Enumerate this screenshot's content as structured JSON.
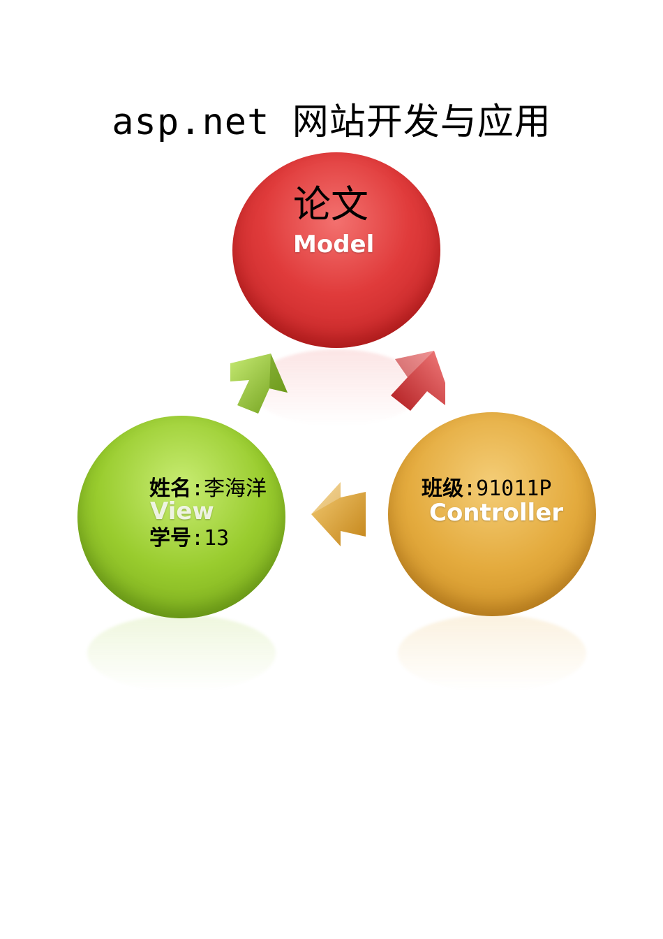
{
  "title": {
    "prefix": "asp.net",
    "main": "网站开发与应用"
  },
  "model": {
    "cn_label": "论文",
    "en_label": "Model",
    "color": "#e03b3b"
  },
  "view": {
    "en_label": "View",
    "color": "#99cc2e",
    "name_label": "姓名",
    "name_sep": ":",
    "name_value": "李海洋",
    "id_label": "学号",
    "id_sep": ":",
    "id_value": "13"
  },
  "controller": {
    "en_label": "Controller",
    "color": "#e4ab3e",
    "class_label": "班级",
    "class_sep": ":",
    "class_value": "91011P"
  },
  "arrows": {
    "view_to_model_color": "#8cc63f",
    "controller_to_model_color": "#d9363a",
    "controller_to_view_color": "#e2a636"
  }
}
